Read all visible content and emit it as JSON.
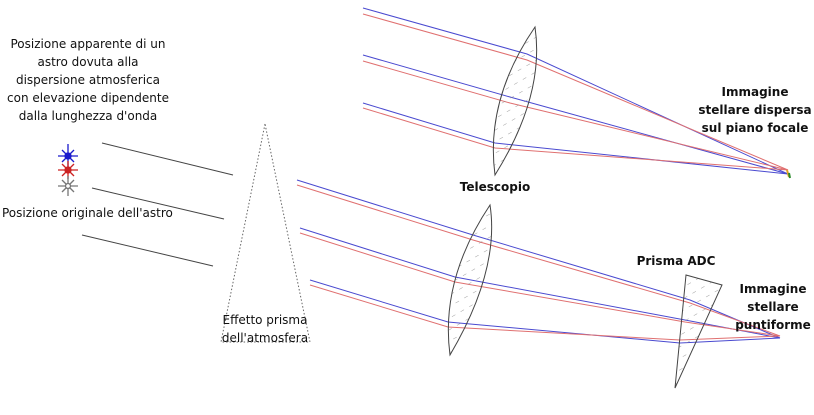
{
  "labels": {
    "apparent_position": [
      "Posizione apparente di un",
      "astro dovuta alla",
      "dispersione atmosferica",
      "con elevazione dipendente",
      "dalla lunghezza d'onda"
    ],
    "original_position": "Posizione originale dell'astro",
    "atmosphere_prism": [
      "Effetto prisma",
      "dell'atmosfera"
    ],
    "telescope": "Telescopio",
    "dispersed_image": [
      "Immagine",
      "stellare dispersa",
      "sul piano focale"
    ],
    "adc_prism": "Prisma ADC",
    "point_image": [
      "Immagine",
      "stellare",
      "puntiforme"
    ]
  },
  "stars": [
    {
      "name": "blue-star",
      "color": "#1a1acc"
    },
    {
      "name": "red-star",
      "color": "#cc2222"
    },
    {
      "name": "gray-star",
      "color": "#777777"
    }
  ],
  "colors": {
    "ray_blue": "#4a4ad0",
    "ray_red": "#e07070",
    "line": "#333333",
    "prism_outline": "#444444"
  }
}
